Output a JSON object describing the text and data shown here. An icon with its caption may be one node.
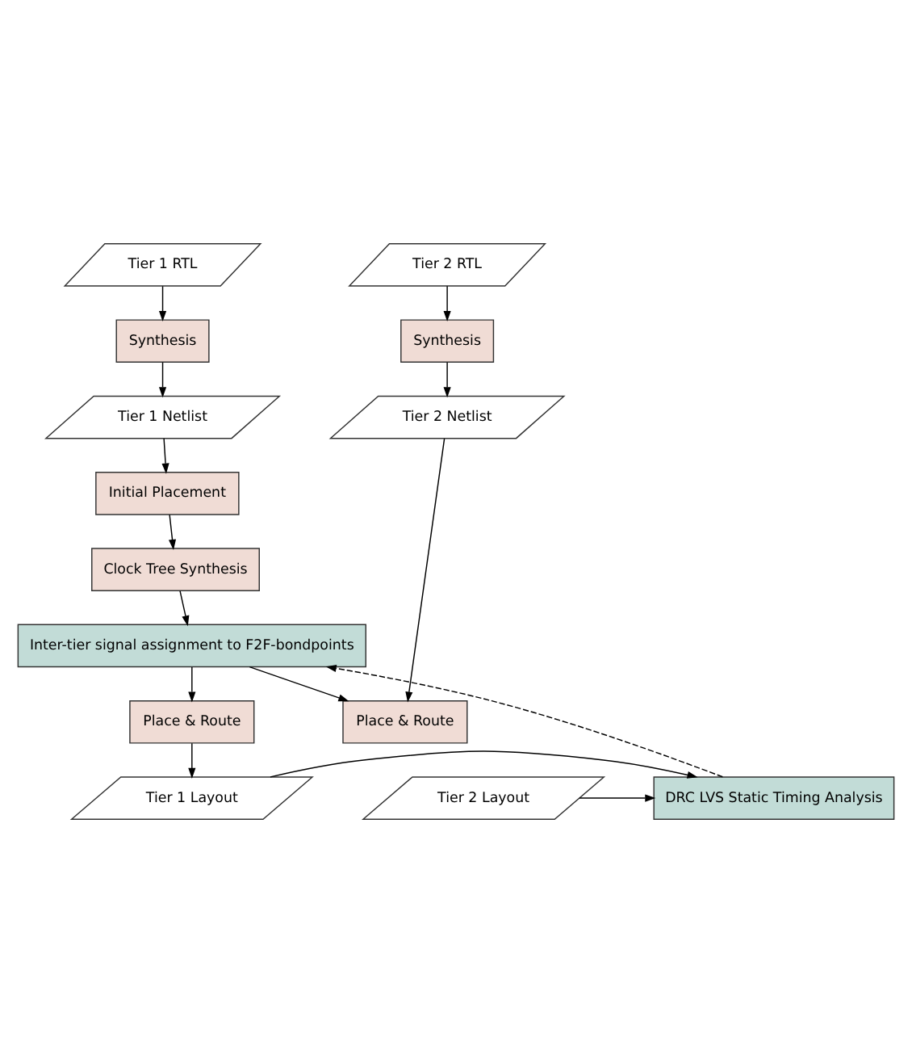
{
  "diagram": {
    "nodes": [
      {
        "text": [
          "Tier 1 RTL"
        ]
      },
      {
        "text": [
          "Synthesis"
        ]
      },
      {
        "text": [
          "Tier 1 Netlist"
        ]
      },
      {
        "text": [
          "Initial Placement"
        ]
      },
      {
        "text": [
          "Clock Tree Synthesis"
        ]
      },
      {
        "text": [
          "Tier 2 RTL"
        ]
      },
      {
        "text": [
          "Synthesis"
        ]
      },
      {
        "text": [
          "Tier 2 Netlist"
        ]
      },
      {
        "text": [
          "Inter-tier signal assignment to F2F-bondpoints"
        ]
      },
      {
        "text": [
          "Place & Route"
        ]
      },
      {
        "text": [
          "Place & Route"
        ]
      },
      {
        "text": [
          "Tier 1 Layout"
        ]
      },
      {
        "text": [
          "DRC LVS Static Timing Analysis"
        ]
      },
      {
        "text": [
          "Tier 2 Layout"
        ]
      }
    ],
    "edges": [
      {
        "from": 0,
        "to": 1,
        "arrow": "to"
      },
      {
        "from": 1,
        "to": 2,
        "arrow": "to"
      },
      {
        "from": 2,
        "to": 3,
        "arrow": "to"
      },
      {
        "from": 3,
        "to": 4,
        "arrow": "to"
      },
      {
        "from": 4,
        "to": 8,
        "arrow": "to"
      },
      {
        "from": 5,
        "to": 6,
        "arrow": "to"
      },
      {
        "from": 6,
        "to": 7,
        "arrow": "to"
      },
      {
        "from": 7,
        "to": 10,
        "arrow": "to"
      },
      {
        "from": 8,
        "to": 9,
        "arrow": "to"
      },
      {
        "from": 8,
        "to": 10,
        "arrow": "to"
      },
      {
        "from": 9,
        "to": 11,
        "arrow": "to"
      },
      {
        "from": 11,
        "to": 12,
        "arrow": "to"
      },
      {
        "from": 13,
        "to": 12,
        "arrow": "to"
      },
      {
        "from": 12,
        "to": 8,
        "arrow": "to",
        "style": "dashed"
      }
    ]
  }
}
